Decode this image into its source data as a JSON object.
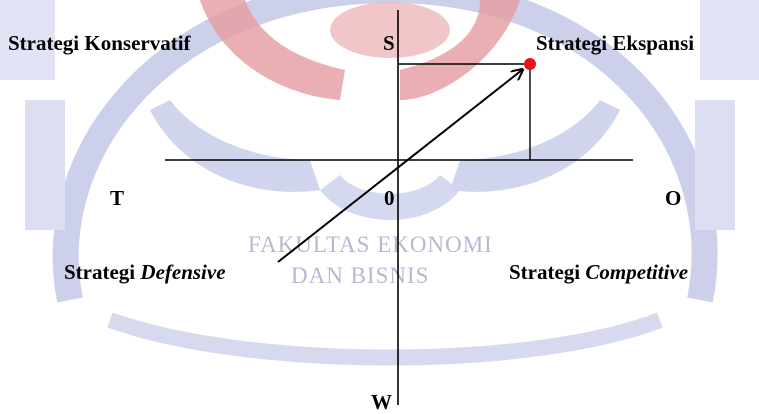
{
  "watermark": {
    "line1": "FAKULTAS EKONOMI",
    "line2": "DAN BISNIS",
    "color": "#b7b7d6",
    "seal_red": "#e2979c",
    "seal_blue": "#c7cbe9"
  },
  "quadrants": {
    "top_left": "Strategi Konservatif",
    "top_right": "Strategi Ekspansi",
    "bottom_left_prefix": "Strategi ",
    "bottom_left_italic": "Defensive",
    "bottom_right_prefix": "Strategi ",
    "bottom_right_italic": "Competitive"
  },
  "axes": {
    "top": "S",
    "bottom": "W",
    "left": "T",
    "right": "O",
    "origin": "0"
  },
  "colors": {
    "line": "#000000",
    "point": "#e8141c"
  }
}
